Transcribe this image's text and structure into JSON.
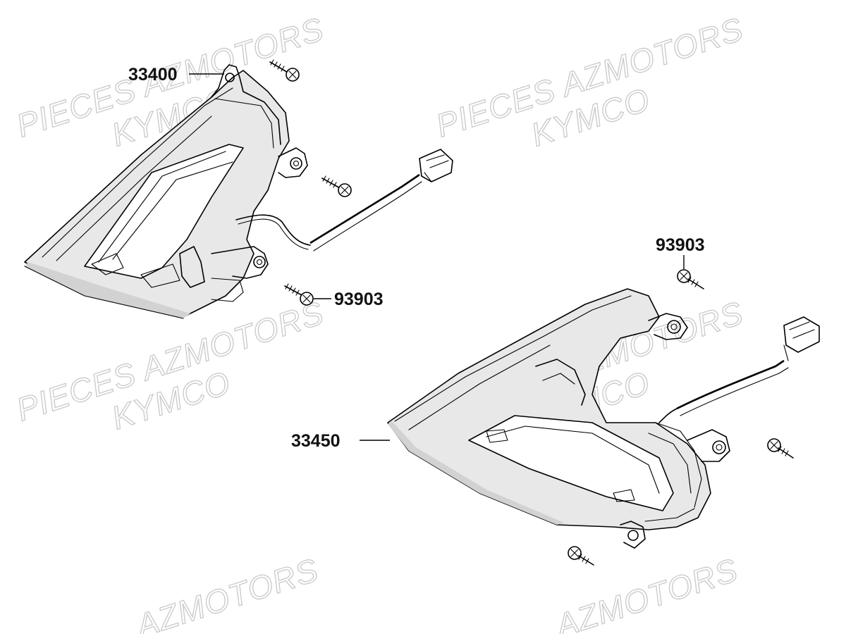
{
  "watermark": {
    "line1": "PIECES AZMOTORS",
    "line2": "KYMCO",
    "fragment": "AZMOTORS"
  },
  "callouts": {
    "left_lamp": "33400",
    "left_screw": "93903",
    "right_screw": "93903",
    "right_lamp": "33450"
  }
}
